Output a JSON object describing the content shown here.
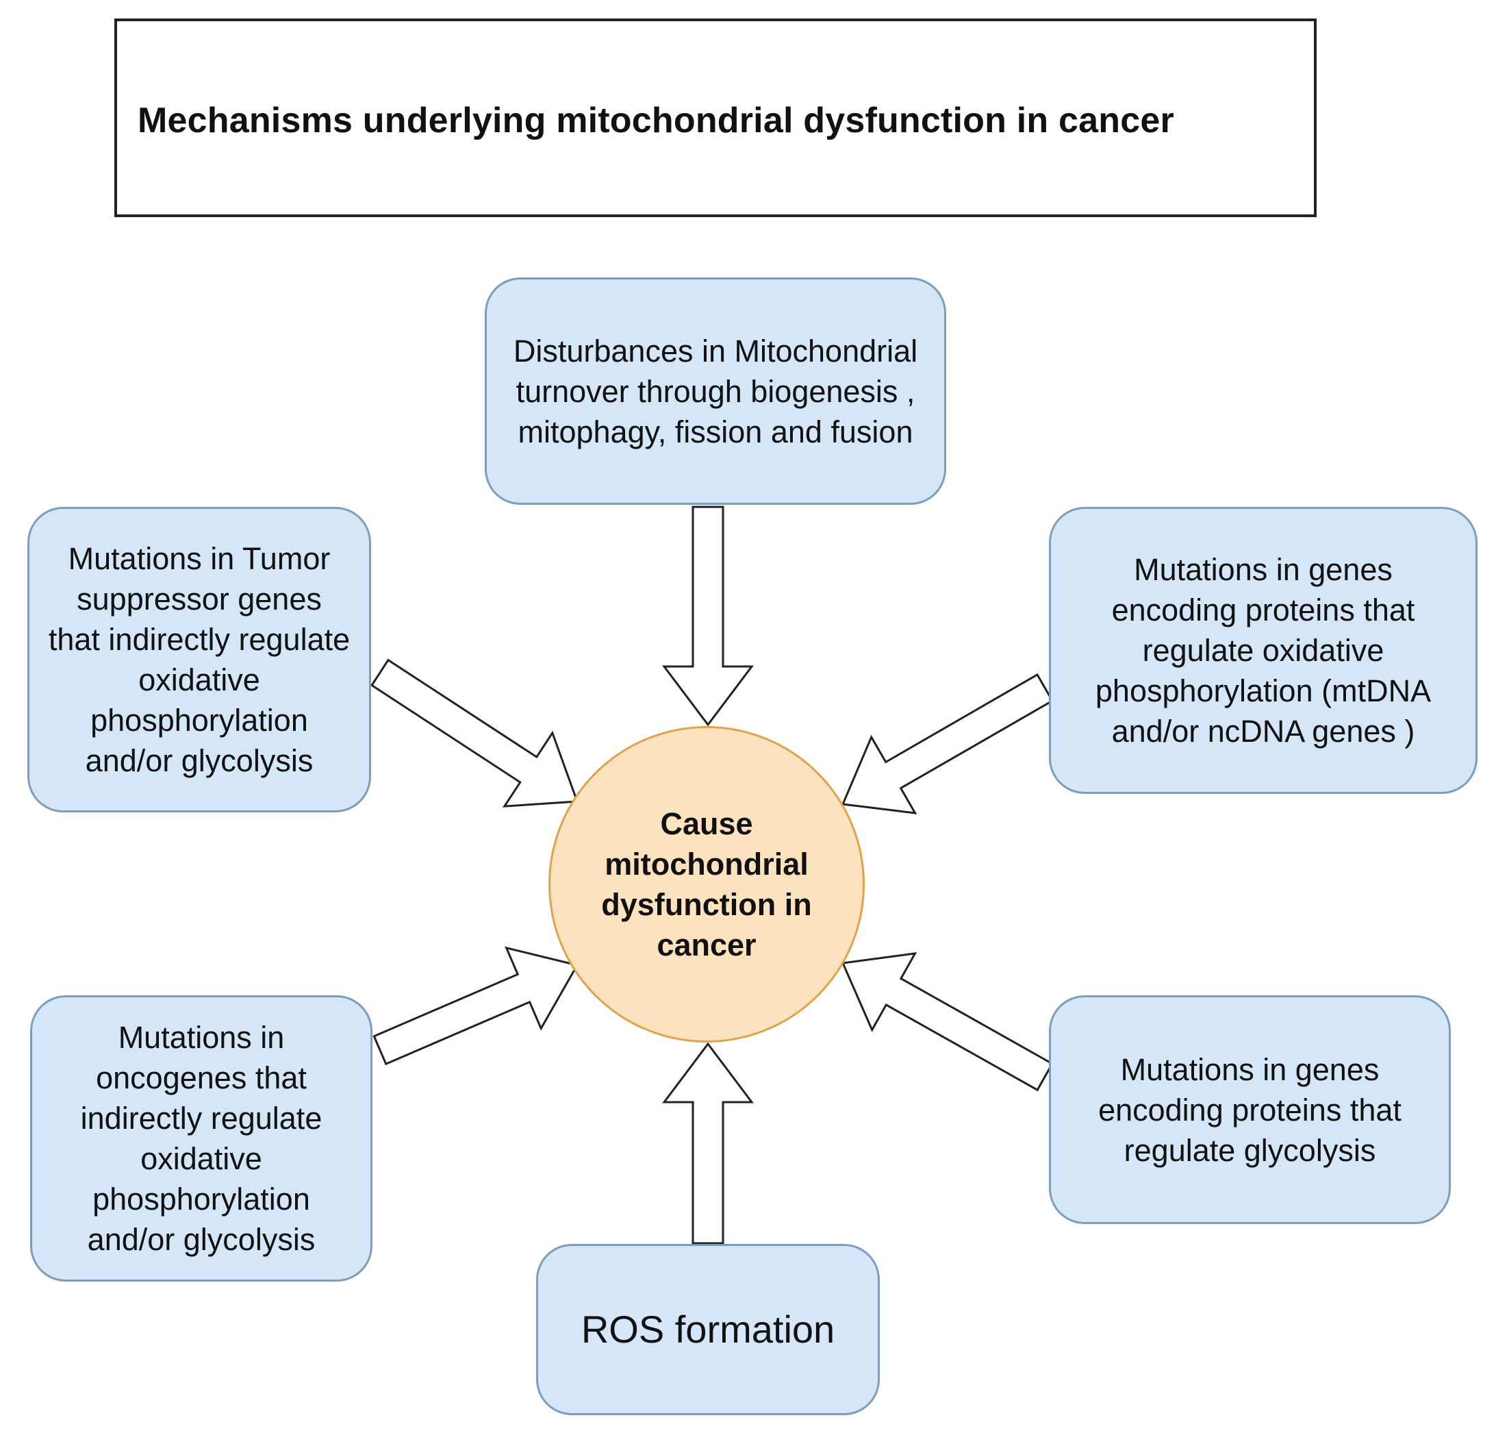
{
  "title": "Mechanisms underlying mitochondrial dysfunction in cancer",
  "center": {
    "label": "Cause\nmitochondrial\ndysfunction in\ncancer"
  },
  "nodes": {
    "turnover": "Disturbances in Mitochondrial\nturnover through biogenesis ,\nmitophagy, fission and fusion",
    "tumor_suppressor": "Mutations in Tumor\nsuppressor genes\nthat indirectly regulate\noxidative\nphosphorylation\nand/or glycolysis",
    "oxphos_genes": "Mutations in genes\nencoding proteins that\nregulate oxidative\nphosphorylation (mtDNA\nand/or ncDNA genes )",
    "oncogenes": "Mutations in\noncogenes that\nindirectly regulate\noxidative\nphosphorylation\nand/or glycolysis",
    "glycolysis_genes": "Mutations in genes\nencoding proteins that\nregulate glycolysis",
    "ros": "ROS formation"
  },
  "colors": {
    "node_fill": "#d4e6f7",
    "node_border": "#7f9db8",
    "hub_fill": "#fde2c0",
    "hub_border": "#e0a24a",
    "arrow_fill": "#ffffff",
    "arrow_stroke": "#222222"
  }
}
